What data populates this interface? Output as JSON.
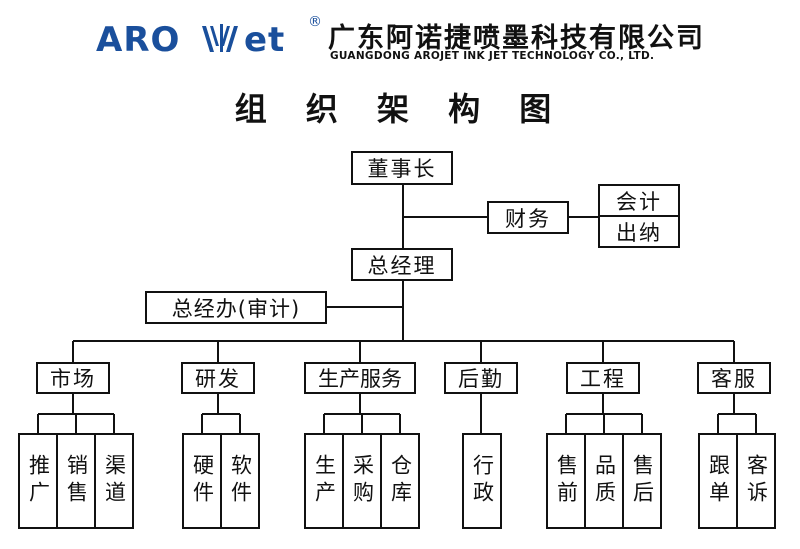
{
  "logo": {
    "brand_left": "ARO",
    "brand_right": "et",
    "registered": "®",
    "brand_color": "#1a4f9c",
    "mark_icon": "arojet-wave-mark"
  },
  "company": {
    "name_cn": "广东阿诺捷喷墨科技有限公司",
    "name_en": "GUANGDONG AROJET INK JET TECHNOLOGY CO., LTD."
  },
  "title": "组 织 架 构 图",
  "org": {
    "chairman": "董事长",
    "finance": "财务",
    "accounting": "会计",
    "cashier": "出纳",
    "general_manager": "总经理",
    "gm_office": "总经办(审计)",
    "departments": [
      {
        "name": "市场",
        "units": [
          "推广",
          "销售",
          "渠道"
        ]
      },
      {
        "name": "研发",
        "units": [
          "硬件",
          "软件"
        ]
      },
      {
        "name": "生产服务",
        "units": [
          "生产",
          "采购",
          "仓库"
        ]
      },
      {
        "name": "后勤",
        "units": [
          "行政"
        ]
      },
      {
        "name": "工程",
        "units": [
          "售前",
          "品质",
          "售后"
        ]
      },
      {
        "name": "客服",
        "units": [
          "跟单",
          "客诉"
        ]
      }
    ]
  }
}
